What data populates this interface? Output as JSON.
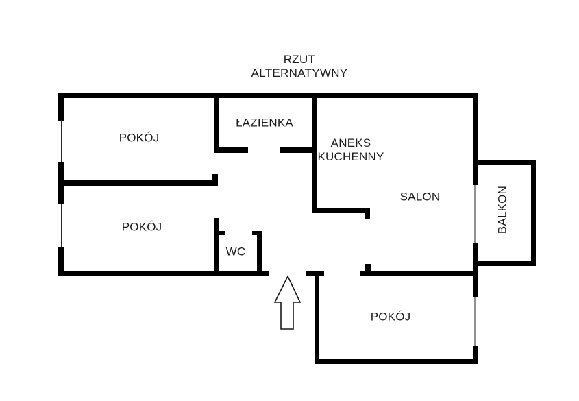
{
  "title": {
    "line1": "RZUT",
    "line2": "ALTERNATYWNY"
  },
  "rooms": {
    "pokoj_top_left": "POKÓJ",
    "lazienka": "ŁAZIENKA",
    "aneks_kuchenny_line1": "ANEKS",
    "aneks_kuchenny_line2": "KUCHENNY",
    "salon": "SALON",
    "pokoj_mid_left": "POKÓJ",
    "wc": "WC",
    "pokoj_bottom": "POKÓJ",
    "balkon": "BALKON"
  },
  "icons": {
    "entrance_arrow": "up-arrow"
  },
  "colors": {
    "wall": "#000000",
    "window_line": "#2a2a2a",
    "glass_line": "#909090",
    "text": "#1c1c1c",
    "background": "#ffffff"
  }
}
